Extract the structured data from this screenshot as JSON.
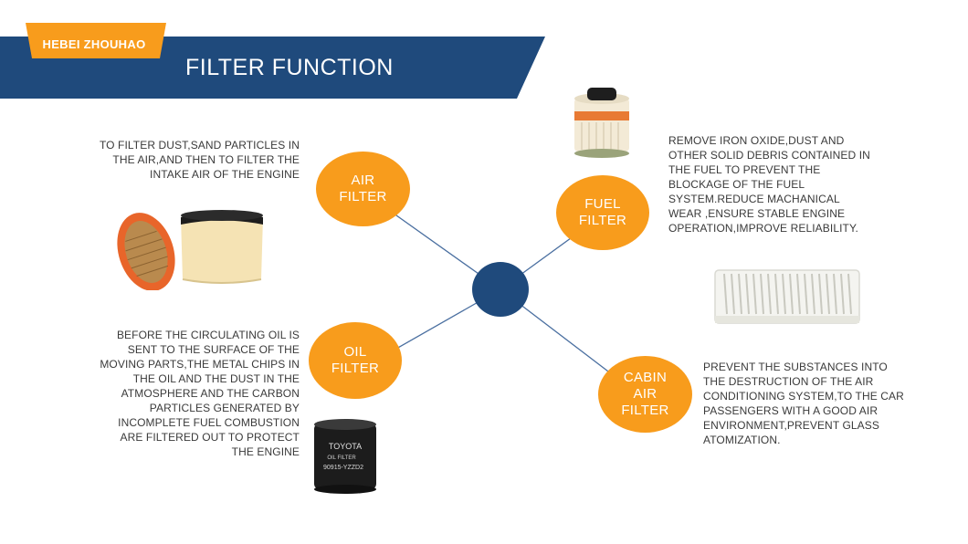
{
  "banner": {
    "brand": "HEBEI  ZHOUHAO",
    "title": "FILTER FUNCTION",
    "navy": "#1f4a7c",
    "orange": "#f89c1c"
  },
  "nodes": {
    "air": "AIR\nFILTER",
    "fuel": "FUEL\nFILTER",
    "oil": "OIL\nFILTER",
    "cabin": "CABIN\nAIR\nFILTER"
  },
  "descriptions": {
    "air": "TO FILTER DUST,SAND PARTICLES IN\nTHE AIR,AND THEN TO FILTER THE\nINTAKE AIR OF THE ENGINE",
    "fuel": "REMOVE IRON OXIDE,DUST AND\nOTHER SOLID DEBRIS CONTAINED IN\nTHE FUEL TO PREVENT THE\nBLOCKAGE OF THE FUEL\nSYSTEM.REDUCE MACHANICAL\nWEAR ,ENSURE STABLE ENGINE\nOPERATION,IMPROVE RELIABILITY.",
    "oil": "BEFORE THE CIRCULATING OIL IS\nSENT TO THE SURFACE OF THE\nMOVING PARTS,THE METAL CHIPS IN\nTHE OIL AND THE DUST IN THE\nATMOSPHERE AND THE CARBON\nPARTICLES GENERATED BY\nINCOMPLETE FUEL COMBUSTION\nARE FILTERED OUT TO PROTECT\nTHE ENGINE",
    "cabin": "PREVENT THE SUBSTANCES INTO\nTHE DESTRUCTION OF THE AIR\nCONDITIONING SYSTEM,TO THE CAR\nPASSENGERS WITH A GOOD AIR\nENVIRONMENT,PREVENT GLASS\nATOMIZATION."
  },
  "product_labels": {
    "oil_brand": "TOYOTA",
    "oil_type": "OIL FILTER",
    "oil_part": "90915-YZZD2"
  },
  "colors": {
    "connector": "#4a6fa0",
    "text": "#3a3a3a"
  }
}
